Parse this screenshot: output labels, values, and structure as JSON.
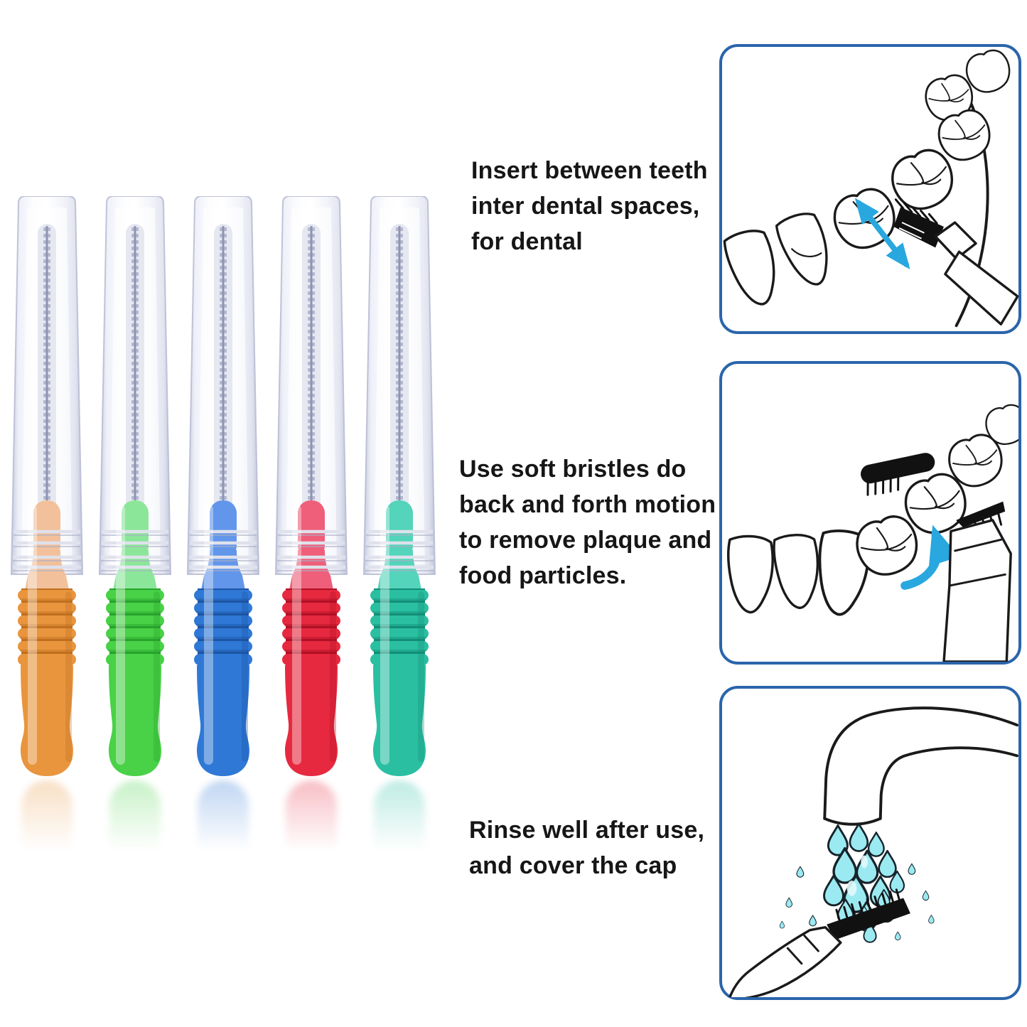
{
  "product": {
    "description": "five interdental brushes with clear caps",
    "brushes": [
      {
        "name": "orange",
        "tip": "#f2c09a",
        "body": "#e8953e",
        "dark": "#c06f1e"
      },
      {
        "name": "green",
        "tip": "#8ce69a",
        "body": "#49d147",
        "dark": "#27a32c"
      },
      {
        "name": "blue",
        "tip": "#6296ea",
        "body": "#2f78d6",
        "dark": "#1c55a4"
      },
      {
        "name": "red",
        "tip": "#ef5f7a",
        "body": "#e6293f",
        "dark": "#b01026"
      },
      {
        "name": "teal",
        "tip": "#54d4ba",
        "body": "#2bbfa2",
        "dark": "#128e76"
      }
    ]
  },
  "instructions": {
    "colors": {
      "accent_border": "#2b65ab",
      "arrow": "#29a7df",
      "water": "#9beaf2"
    },
    "steps": [
      {
        "illustration": "brush-inserted-between-teeth",
        "lines": [
          "Insert between teeth",
          "inter dental spaces,",
          "for dental"
        ]
      },
      {
        "illustration": "back-and-forth-brushing-motion",
        "lines": [
          "Use soft bristles do",
          "back and forth motion",
          "to remove plaque and",
          "food particles."
        ]
      },
      {
        "illustration": "rinse-brush-under-faucet",
        "lines": [
          "Rinse well after use,",
          "and cover the cap"
        ]
      }
    ]
  }
}
